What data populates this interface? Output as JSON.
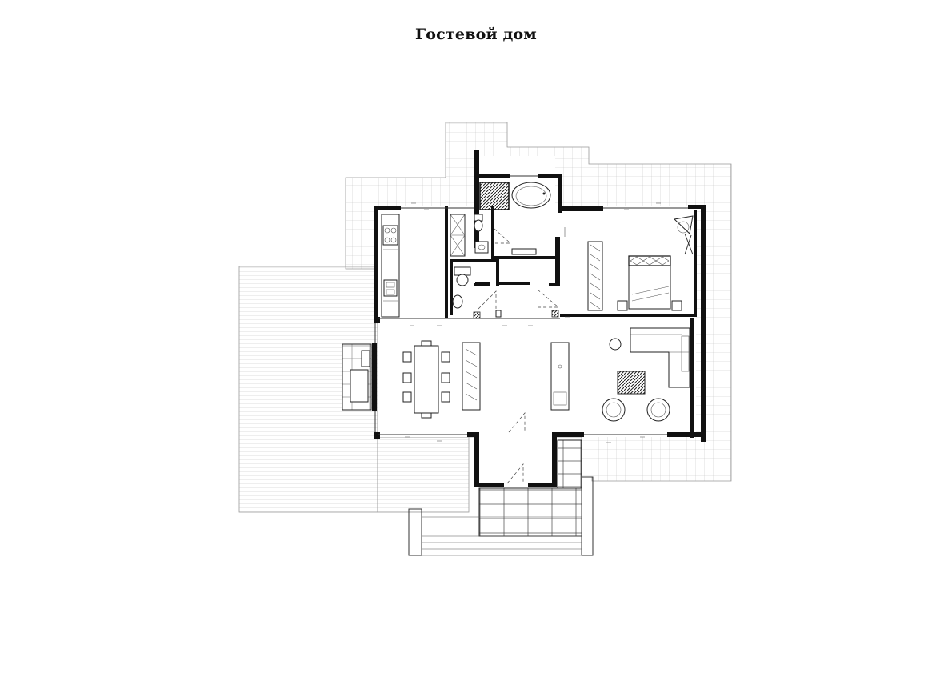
{
  "title": "Гостевой дом",
  "colors": {
    "wall": "#111111",
    "line": "#333333",
    "grid": "#bdbdbd",
    "paper": "#ffffff"
  },
  "elements": {
    "zones": [
      "terrace-tiles",
      "deck-boards",
      "entrance-paving",
      "entrance-steps"
    ],
    "rooms": [
      "kitchen",
      "bathroom",
      "bedroom",
      "living-room",
      "dining-area",
      "entrance-hall",
      "toilet",
      "storage"
    ],
    "icons": [
      "stove-icon",
      "sink-icon",
      "bathtub-icon",
      "toilet-icon",
      "bed-icon",
      "sofa-icon",
      "armchair-icon",
      "dining-table-icon",
      "fireplace-icon",
      "wardrobe-icon",
      "door-swing-icon",
      "rug-icon"
    ]
  }
}
